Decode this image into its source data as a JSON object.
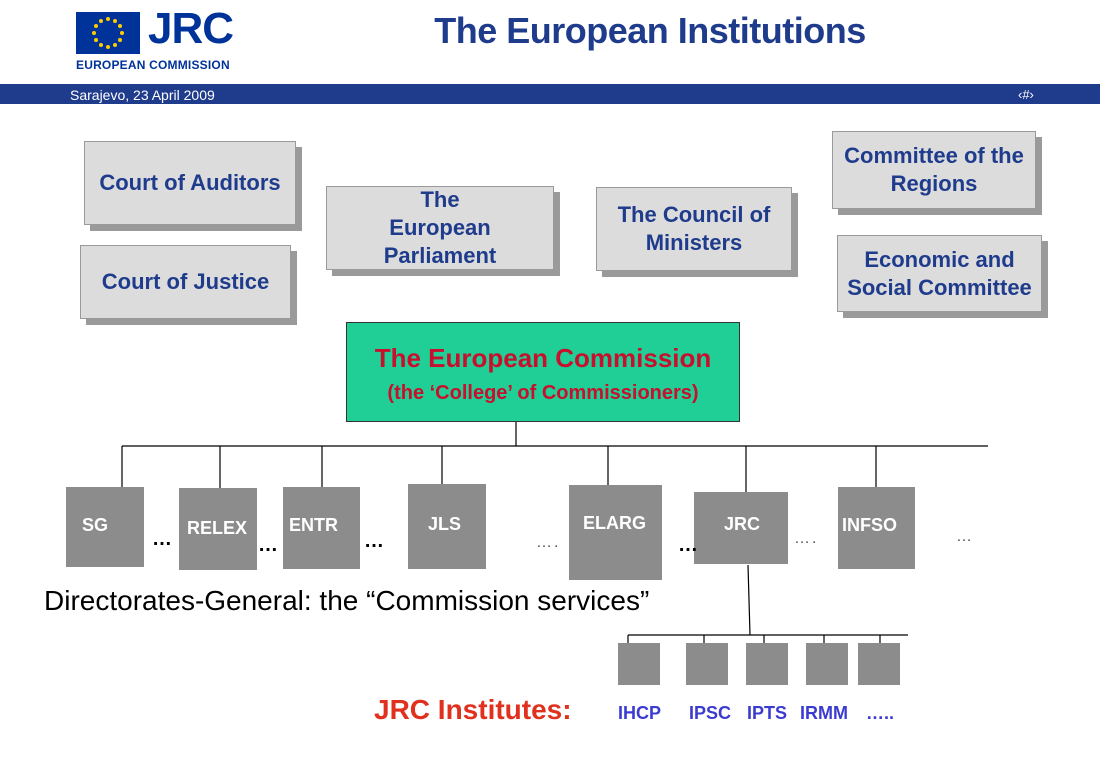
{
  "header": {
    "logo_name": "JRC",
    "logo_sub": "EUROPEAN COMMISSION",
    "title": "The European Institutions",
    "date": "Sarajevo, 23 April 2009",
    "slide_number": "‹#›"
  },
  "institutions": {
    "court_auditors": "Court of Auditors",
    "court_justice": "Court of Justice",
    "parliament": "The European Parliament",
    "council": "The Council of Ministers",
    "regions": "Committee of  the Regions",
    "economic": "Economic and Social Committee"
  },
  "commission": {
    "title": "The European Commission",
    "subtitle": "(the ‘College’ of Commissioners)"
  },
  "dgs": [
    "SG",
    "RELEX",
    "ENTR",
    "JLS",
    "ELARG",
    "JRC",
    "INFSO"
  ],
  "ellipses": {
    "bold": "…",
    "light": "…."
  },
  "caption": "Directorates-General: the “Commission services”",
  "jrc_institutes": {
    "heading": "JRC Institutes:",
    "labels": [
      "IHCP",
      "IPSC",
      "IPTS",
      "IRMM"
    ],
    "more": "…..",
    "more_color": "#3b3bd0"
  },
  "colors": {
    "brand_blue": "#1f3b8c",
    "commission_fill": "#1fcf95",
    "commission_text": "#c8102e",
    "box_grey": "#dcdcdc",
    "dg_grey": "#8c8c8c",
    "institutes_heading": "#e0301e"
  }
}
